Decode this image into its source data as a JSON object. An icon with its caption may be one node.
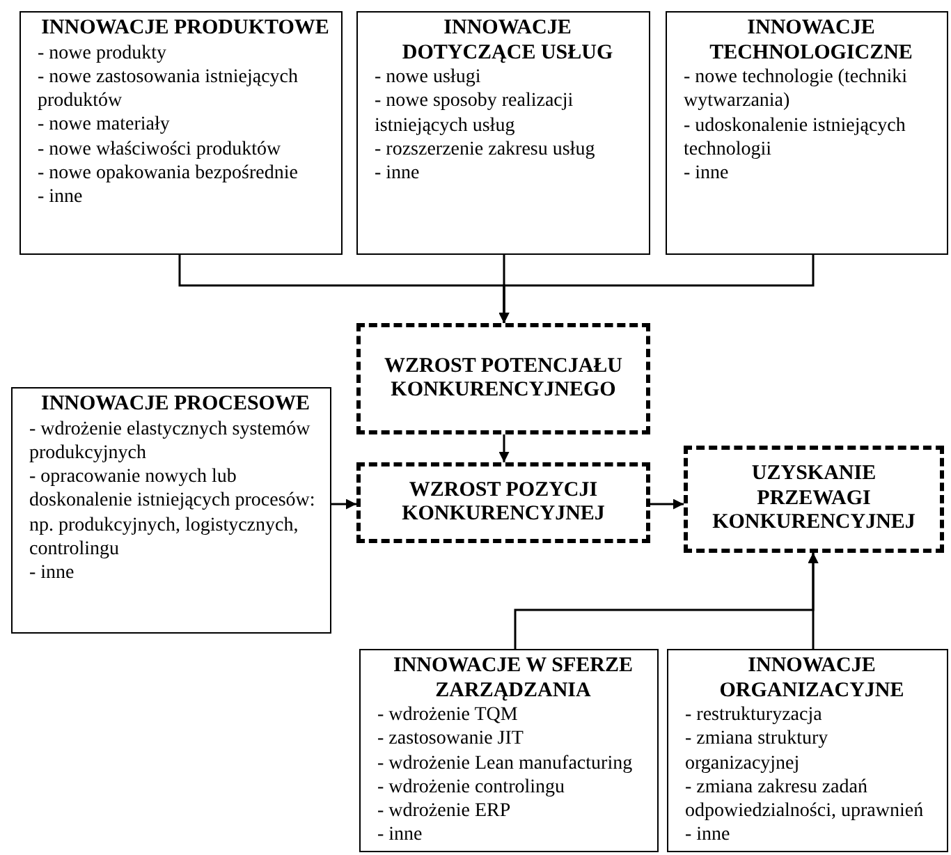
{
  "diagram": {
    "nodes": [
      {
        "text": [
          "INNOWACJE PRODUKTOWE",
          "- nowe produkty",
          "- nowe zastosowania istniejących produktów",
          "- nowe materiały",
          "- nowe właściwości produktów",
          "- nowe opakowania bezpośrednie",
          "- inne"
        ]
      },
      {
        "text": [
          "INNOWACJE DOTYCZĄCE USŁUG",
          "- nowe usługi",
          "- nowe sposoby realizacji istniejących usług",
          "- rozszerzenie zakresu usług",
          "- inne"
        ]
      },
      {
        "text": [
          "INNOWACJE TECHNOLOGICZNE",
          "- nowe technologie (techniki wytwarzania)",
          "- udoskonalenie istniejących technologii",
          "- inne"
        ]
      },
      {
        "text": [
          "WZROST POTENCJAŁU KONKURENCYJNEGO"
        ]
      },
      {
        "text": [
          "INNOWACJE PROCESOWE",
          "- wdrożenie elastycznych systemów produkcyjnych",
          "- opracowanie nowych lub doskonalenie istniejących procesów: np. produkcyjnych, logistycznych, controlingu",
          "- inne"
        ]
      },
      {
        "text": [
          "WZROST POZYCJI KONKURENCYJNEJ"
        ]
      },
      {
        "text": [
          "UZYSKANIE PRZEWAGI KONKURENCYJNEJ"
        ]
      },
      {
        "text": [
          "INNOWACJE W SFERZE ZARZĄDZANIA",
          "- wdrożenie TQM",
          "- zastosowanie JIT",
          "- wdrożenie Lean manufacturing",
          "- wdrożenie controlingu",
          "- wdrożenie ERP",
          "- inne"
        ]
      },
      {
        "text": [
          "INNOWACJE ORGANIZACYJNE",
          "- restrukturyzacja",
          "- zmiana struktury organizacyjnej",
          "- zmiana zakresu zadań odpowiedzialności, uprawnień",
          "- inne"
        ]
      }
    ],
    "edges": [
      {
        "from": 0,
        "to": 3,
        "arrow": "to"
      },
      {
        "from": 1,
        "to": 3,
        "arrow": "to"
      },
      {
        "from": 2,
        "to": 3,
        "arrow": "to"
      },
      {
        "from": 3,
        "to": 5,
        "arrow": "to"
      },
      {
        "from": 4,
        "to": 5,
        "arrow": "to"
      },
      {
        "from": 5,
        "to": 6,
        "arrow": "to"
      },
      {
        "from": 7,
        "to": 6,
        "arrow": "to"
      },
      {
        "from": 8,
        "to": 6,
        "arrow": "to"
      }
    ]
  }
}
